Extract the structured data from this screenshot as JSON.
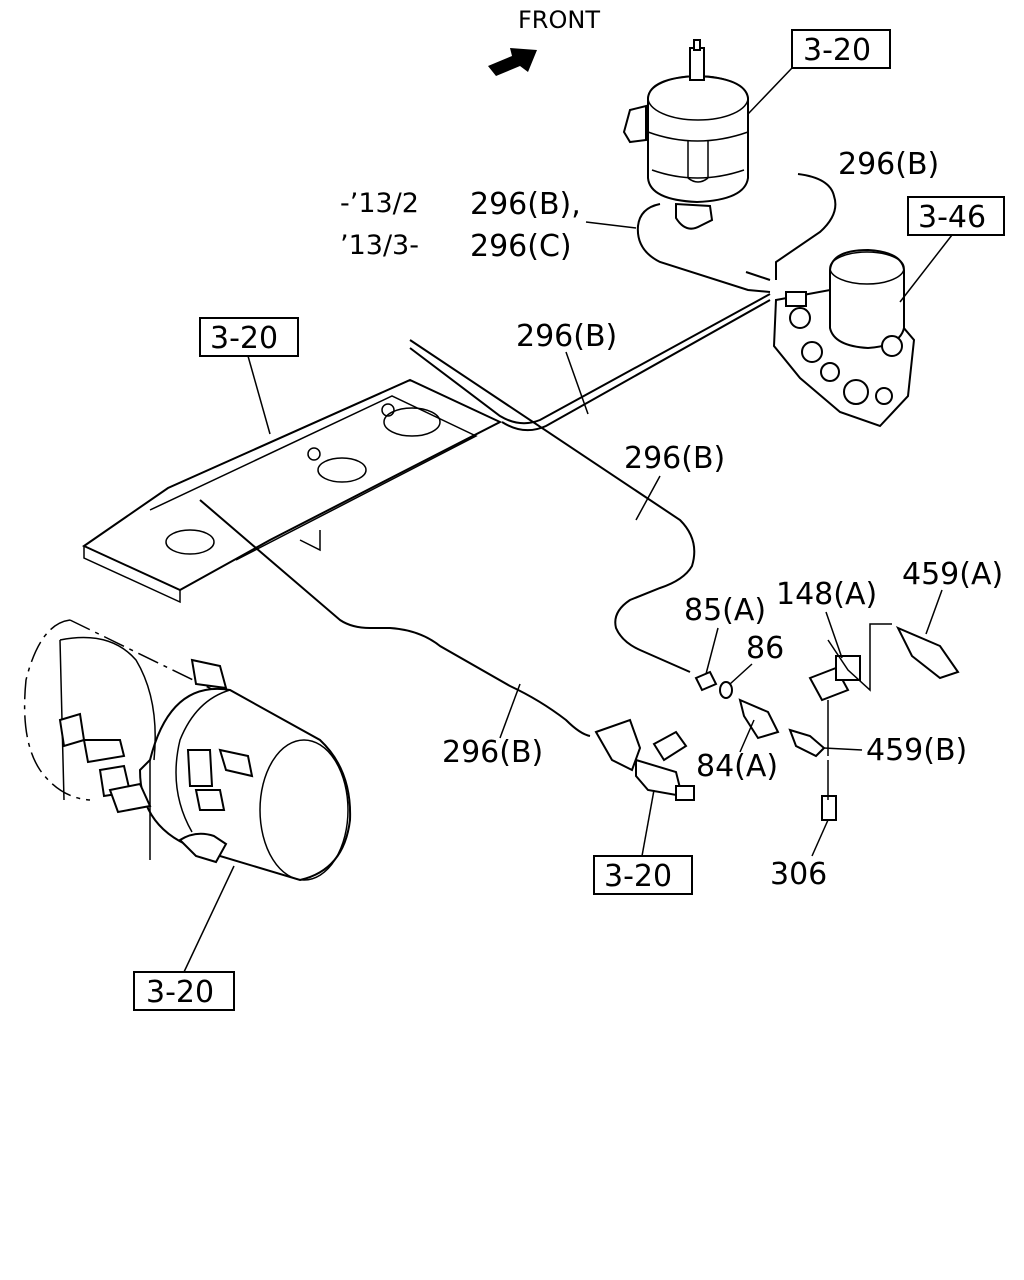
{
  "front_label": "FRONT",
  "ref_boxes": {
    "dryer_tank_top": "3-20",
    "air_dryer": "3-46",
    "frame": "3-20",
    "valve": "3-20",
    "tank": "3-20"
  },
  "date_note": {
    "line1_date": "-’13/2",
    "line1_part": "296(B),",
    "line2_date": "’13/3-",
    "line2_part": "296(C)"
  },
  "callouts": {
    "pipe_top_right": "296(B)",
    "pipe_upper": "296(B)",
    "pipe_middle": "296(B)",
    "pipe_lower": "296(B)",
    "nut": "85(A)",
    "washer": "86",
    "connector": "148(A)",
    "switch_a": "459(A)",
    "union": "84(A)",
    "switch_b": "459(B)",
    "plug": "306"
  }
}
